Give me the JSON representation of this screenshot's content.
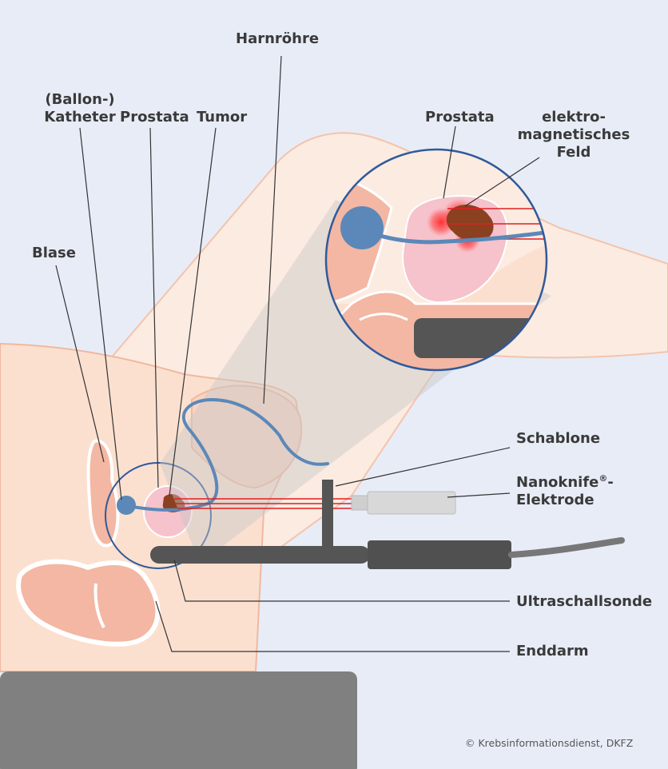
{
  "labels": {
    "harnroehre": "Harnröhre",
    "ballon_katheter_line1": "(Ballon-)",
    "ballon_katheter_line2": "Katheter",
    "prostata": "Prostata",
    "tumor": "Tumor",
    "blase": "Blase",
    "inset_prostata": "Prostata",
    "em_feld_line1": "elektro-",
    "em_feld_line2": "magnetisches",
    "em_feld_line3": "Feld",
    "schablone": "Schablone",
    "nanoknife_name": "Nanoknife",
    "nanoknife_mark": "®",
    "nanoknife_suffix": "-",
    "elektrode": "Elektrode",
    "ultraschallsonde": "Ultraschallsonde",
    "enddarm": "Enddarm"
  },
  "credit": "© Krebsinformationsdienst, DKFZ",
  "colors": {
    "background": "#e8ecf7",
    "skin": "#fbe0d0",
    "skin_outline": "#f0b8a0",
    "organ_pink": "#f6c2cc",
    "bladder_blue": "#5b88b8",
    "tumor_brown": "#8b4020",
    "field_red": "#e02020",
    "probe_dark": "#555555",
    "table_gray": "#808080",
    "leader_line": "#333333"
  }
}
